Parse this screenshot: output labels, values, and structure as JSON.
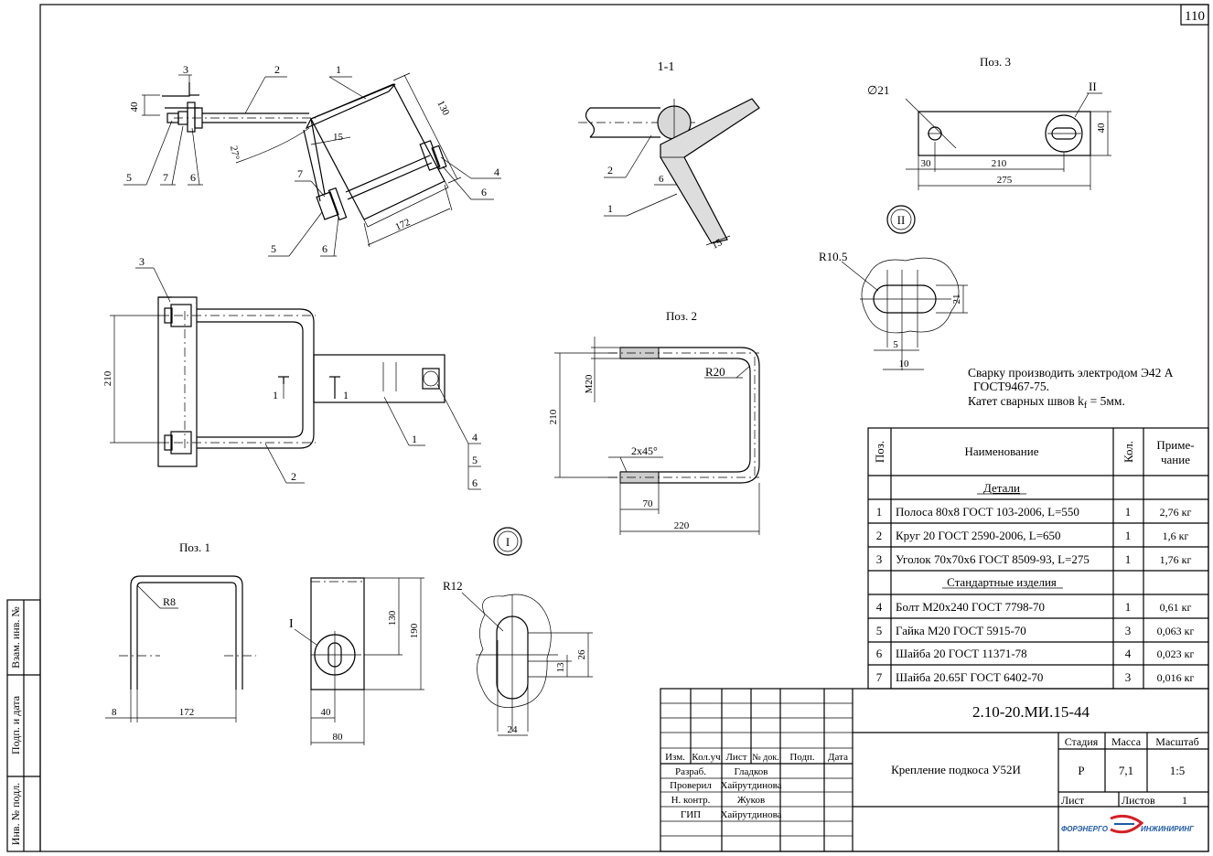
{
  "sheet_number": "110",
  "side_stamp": [
    "Взам. инв. №",
    "Подп. и дата",
    "Инв. № подл."
  ],
  "views": {
    "section_title": "1-1",
    "poz3_title": "Поз. 3",
    "poz2_title": "Поз. 2",
    "poz1_title": "Поз. 1",
    "detail1": "I",
    "detail2": "II"
  },
  "dimensions": {
    "iso_40": "40",
    "iso_27": "27°",
    "iso_15": "15",
    "iso_130": "130",
    "iso_172": "172",
    "sec_6": "6",
    "sec_15": "15",
    "p3_d21": "∅21",
    "p3_40": "40",
    "p3_30": "30",
    "p3_210": "210",
    "p3_275": "275",
    "d2_r": "R10.5",
    "d2_21": "21",
    "d2_5": "5",
    "d2_10": "10",
    "fv_210": "210",
    "p2_m20": "M20",
    "p2_r20": "R20",
    "p2_210": "210",
    "p2_chamfer": "2x45°",
    "p2_70": "70",
    "p2_220": "220",
    "p1_r8": "R8",
    "p1_8": "8",
    "p1_172": "172",
    "p1b_130": "130",
    "p1b_190": "190",
    "p1b_40": "40",
    "p1b_80": "80",
    "d1_r": "R12",
    "d1_26": "26",
    "d1_13": "13",
    "d1_24": "24"
  },
  "callouts": {
    "iso": [
      "3",
      "2",
      "1",
      "5",
      "7",
      "6",
      "7",
      "5",
      "6",
      "4",
      "6"
    ],
    "sec": [
      "2",
      "1"
    ],
    "fv": [
      "3",
      "1",
      "1",
      "1",
      "2",
      "4",
      "5",
      "6"
    ],
    "p3_ii": "II",
    "p1_i": "I"
  },
  "notes": [
    "Сварку производить электродом Э42 А",
    "ГОСТ9467-75.",
    "Катет сварных швов k",
    "f",
    " = 5мм."
  ],
  "spec_table": {
    "headers": [
      "Поз.",
      "Наименование",
      "Кол.",
      "Приме-",
      "чание"
    ],
    "section_details": "Детали",
    "section_standard": "Стандартные изделия",
    "rows_details": [
      {
        "pos": "1",
        "name": "Полоса 80х8 ГОСТ 103-2006, L=550",
        "qty": "1",
        "note": "2,76 кг"
      },
      {
        "pos": "2",
        "name": "Круг 20 ГОСТ 2590-2006, L=650",
        "qty": "1",
        "note": "1,6 кг"
      },
      {
        "pos": "3",
        "name": "Уголок 70х70х6 ГОСТ 8509-93, L=275",
        "qty": "1",
        "note": "1,76 кг"
      }
    ],
    "rows_standard": [
      {
        "pos": "4",
        "name": "Болт М20х240 ГОСТ 7798-70",
        "qty": "1",
        "note": "0,61 кг"
      },
      {
        "pos": "5",
        "name": "Гайка М20 ГОСТ 5915-70",
        "qty": "3",
        "note": "0,063 кг"
      },
      {
        "pos": "6",
        "name": "Шайба 20 ГОСТ 11371-78",
        "qty": "4",
        "note": "0,023 кг"
      },
      {
        "pos": "7",
        "name": "Шайба 20.65Г ГОСТ 6402-70",
        "qty": "3",
        "note": "0,016 кг"
      }
    ]
  },
  "title_block": {
    "doc_code": "2.10-20.МИ.15-44",
    "doc_title": "Крепление подкоса У52И",
    "col_headers": [
      "Изм.",
      "Кол.уч",
      "Лист",
      "№ док.",
      "Подп.",
      "Дата"
    ],
    "roles": [
      {
        "role": "Разраб.",
        "name": "Гладков"
      },
      {
        "role": "Проверил",
        "name": "Хайрутдинова"
      },
      {
        "role": "Н. контр.",
        "name": "Жуков"
      },
      {
        "role": "ГИП",
        "name": "Хайрутдинова"
      }
    ],
    "stage_label": "Стадия",
    "mass_label": "Масса",
    "scale_label": "Масштаб",
    "stage": "Р",
    "mass": "7,1",
    "scale": "1:5",
    "sheet_label": "Лист",
    "sheets_label": "Листов",
    "sheets": "1",
    "logo_left": "ФОРЭНЕРГО",
    "logo_right": "ИНЖИНИРИНГ"
  }
}
